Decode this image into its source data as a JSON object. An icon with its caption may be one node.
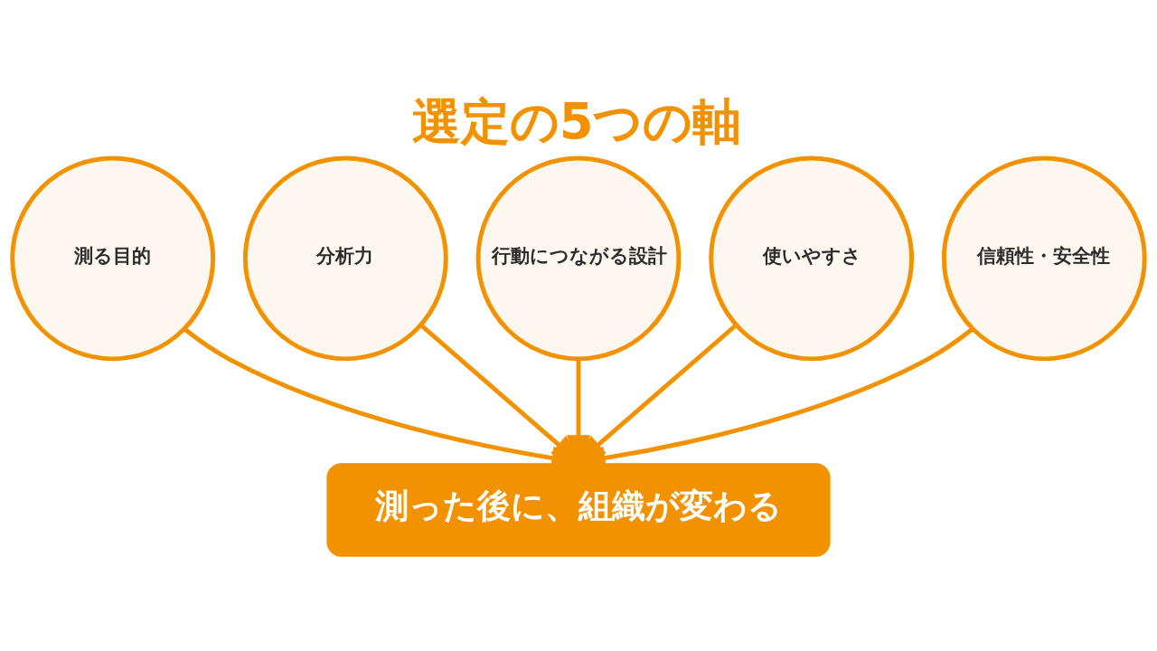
{
  "diagram": {
    "title": "選定の5つの軸",
    "nodes": [
      {
        "text": [
          "測る目的"
        ]
      },
      {
        "text": [
          "分析力"
        ]
      },
      {
        "text": [
          "行動につながる設計"
        ]
      },
      {
        "text": [
          "使いやすさ"
        ]
      },
      {
        "text": [
          "信頼性・安全性"
        ]
      },
      {
        "text": [
          "測った後に、組織が変わる"
        ]
      }
    ],
    "edges": [
      {
        "from": 0,
        "to": 5,
        "arrow": "to"
      },
      {
        "from": 1,
        "to": 5,
        "arrow": "to"
      },
      {
        "from": 2,
        "to": 5,
        "arrow": "to"
      },
      {
        "from": 3,
        "to": 5,
        "arrow": "to"
      },
      {
        "from": 4,
        "to": 5,
        "arrow": "to"
      }
    ]
  }
}
